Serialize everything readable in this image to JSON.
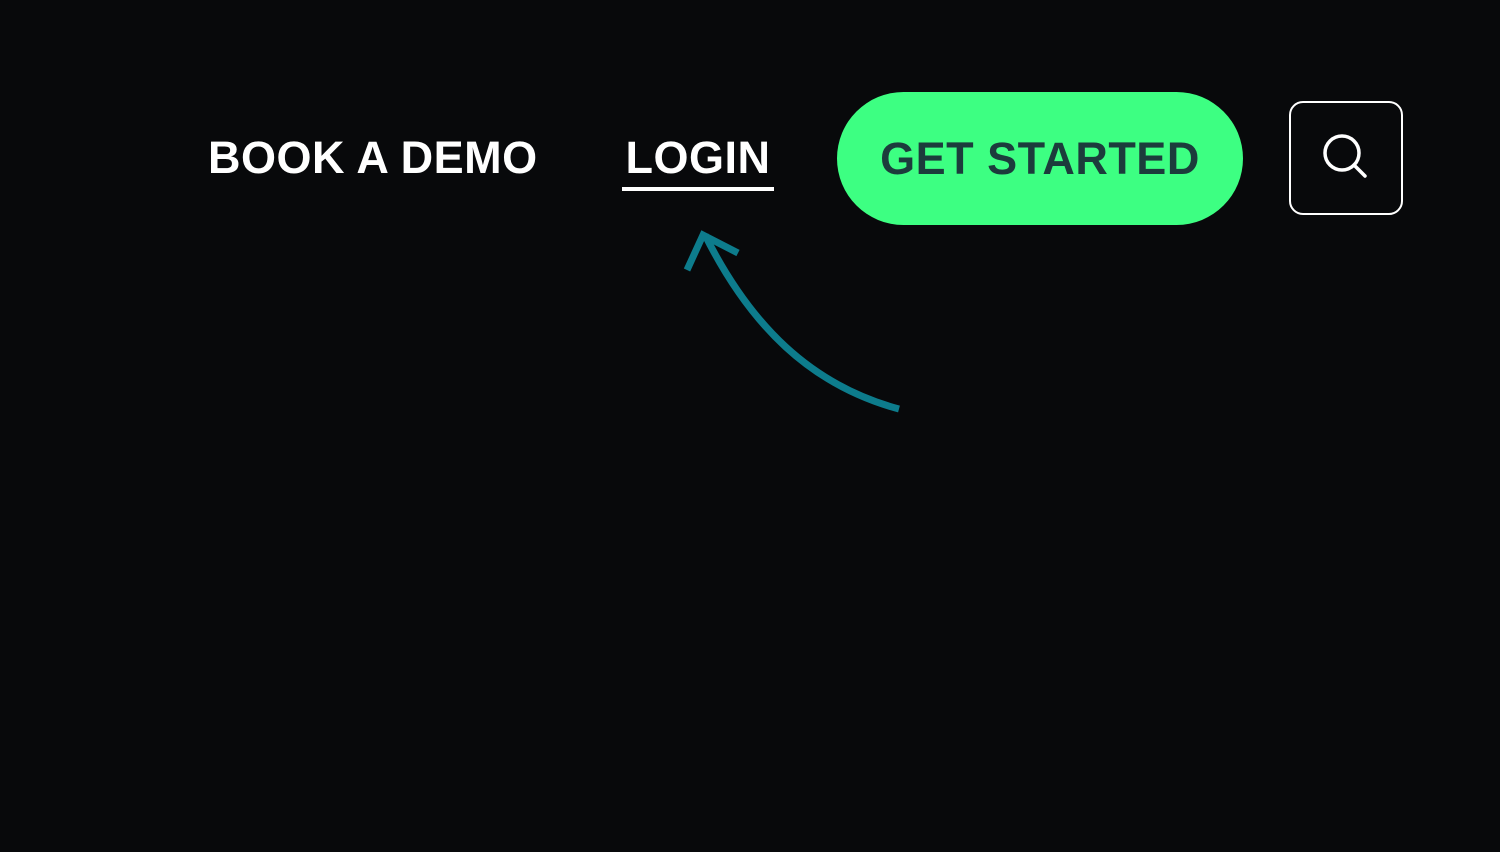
{
  "nav": {
    "book_demo_label": "BOOK A DEMO",
    "login_label": "LOGIN",
    "get_started_label": "GET STARTED",
    "search_icon": "search-icon"
  },
  "annotation": {
    "arrow_icon": "curved-arrow-pointer",
    "arrow_color": "#0d7c8c"
  },
  "colors": {
    "background": "#08090b",
    "nav_text": "#ffffff",
    "cta_background": "#3dff82",
    "cta_text": "#1c3c3c"
  }
}
